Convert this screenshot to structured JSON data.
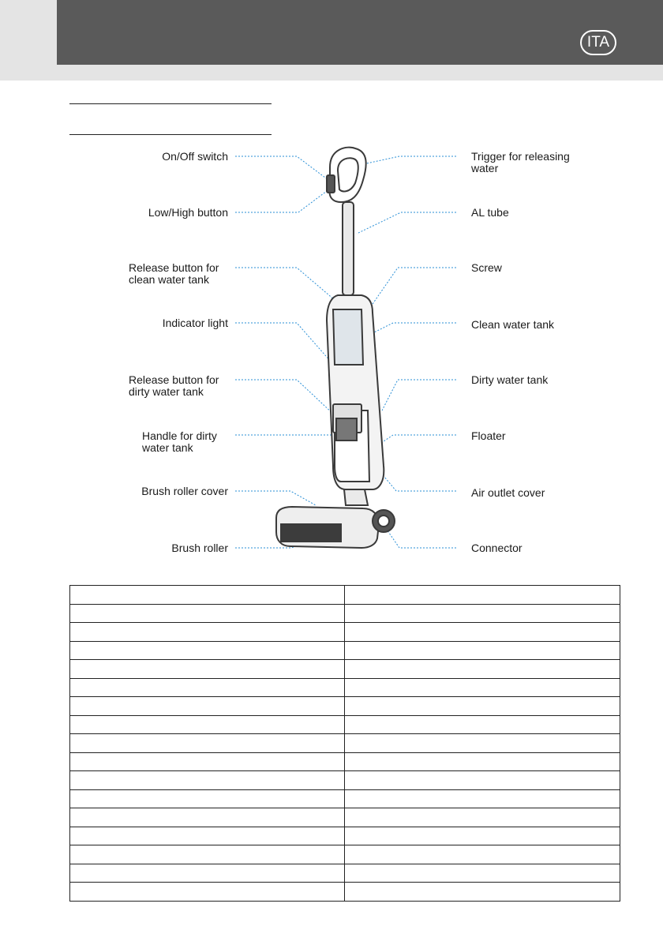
{
  "header": {
    "language_badge": "ITA"
  },
  "diagram": {
    "labels_left": [
      {
        "id": "on-off-switch",
        "text": "On/Off  switch"
      },
      {
        "id": "low-high-button",
        "text": "Low/High button"
      },
      {
        "id": "release-clean-tank",
        "text": "Release button for clean water tank"
      },
      {
        "id": "indicator-light",
        "text": "Indicator light"
      },
      {
        "id": "release-dirty-tank",
        "text": "Release button for dirty water tank"
      },
      {
        "id": "handle-dirty-tank",
        "text": "Handle for dirty water tank"
      },
      {
        "id": "brush-roller-cover",
        "text": "Brush roller cover"
      },
      {
        "id": "brush-roller",
        "text": "Brush roller"
      }
    ],
    "labels_right": [
      {
        "id": "trigger",
        "text": "Trigger for releasing water"
      },
      {
        "id": "al-tube",
        "text": "AL tube"
      },
      {
        "id": "screw",
        "text": "Screw"
      },
      {
        "id": "clean-water-tank",
        "text": "Clean water tank"
      },
      {
        "id": "dirty-water-tank",
        "text": "Dirty water tank"
      },
      {
        "id": "floater",
        "text": "Floater"
      },
      {
        "id": "air-outlet-cover",
        "text": "Air outlet cover"
      },
      {
        "id": "connector",
        "text": "Connector"
      }
    ],
    "leader_color": "#2a8fd6",
    "device_color": "#3a3a3a"
  },
  "spec_table": {
    "rows": [
      [
        "",
        ""
      ],
      [
        "",
        ""
      ],
      [
        "",
        ""
      ],
      [
        "",
        ""
      ],
      [
        "",
        ""
      ],
      [
        "",
        ""
      ],
      [
        "",
        ""
      ],
      [
        "",
        ""
      ],
      [
        "",
        ""
      ],
      [
        "",
        ""
      ],
      [
        "",
        ""
      ],
      [
        "",
        ""
      ],
      [
        "",
        ""
      ],
      [
        "",
        ""
      ],
      [
        "",
        ""
      ],
      [
        "",
        ""
      ],
      [
        "",
        ""
      ]
    ]
  }
}
